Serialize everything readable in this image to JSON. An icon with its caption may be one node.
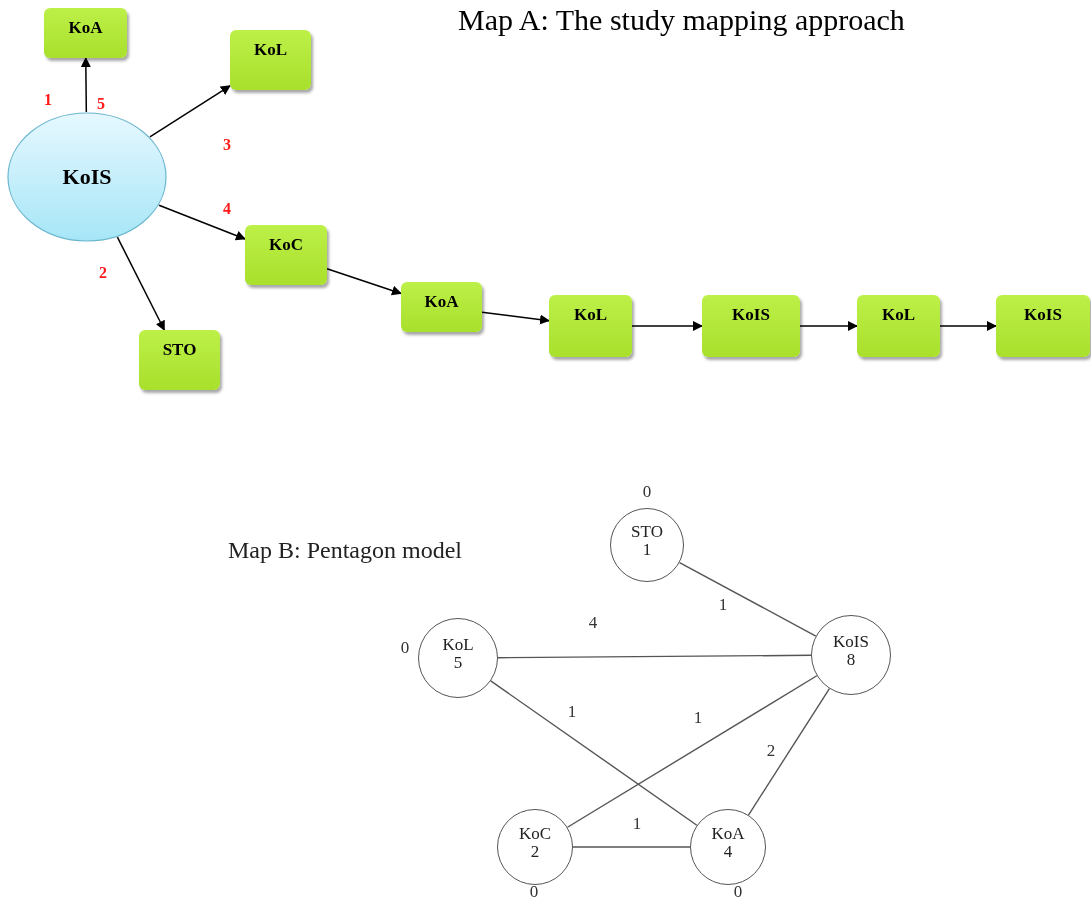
{
  "diagram": {
    "title": "Map A: The study mapping approach",
    "nodes": [
      {
        "text": [
          "KoIS"
        ]
      },
      {
        "text": [
          "KoA"
        ]
      },
      {
        "text": [
          "KoL"
        ]
      },
      {
        "text": [
          "KoC"
        ]
      },
      {
        "text": [
          "STO"
        ]
      },
      {
        "text": [
          "KoA"
        ]
      },
      {
        "text": [
          "KoL"
        ]
      },
      {
        "text": [
          "KoIS"
        ]
      },
      {
        "text": [
          "KoL"
        ]
      },
      {
        "text": [
          "KoIS"
        ]
      },
      {
        "text": [
          "STO",
          "1"
        ],
        "beside": [
          "0"
        ]
      },
      {
        "text": [
          "KoL",
          "5"
        ],
        "beside": [
          "0"
        ]
      },
      {
        "text": [
          "KoIS",
          "8"
        ]
      },
      {
        "text": [
          "KoC",
          "2"
        ],
        "beside": [
          "0"
        ]
      },
      {
        "text": [
          "KoA",
          "4"
        ],
        "beside": [
          "0"
        ]
      }
    ],
    "edges": [
      {
        "from": 0,
        "to": 1,
        "arrow": "to"
      },
      {
        "from": 0,
        "to": 2,
        "arrow": "to"
      },
      {
        "from": 0,
        "to": 3,
        "arrow": "to"
      },
      {
        "from": 0,
        "to": 4,
        "arrow": "to"
      },
      {
        "from": 3,
        "to": 5,
        "arrow": "to"
      },
      {
        "from": 5,
        "to": 6,
        "arrow": "to"
      },
      {
        "from": 6,
        "to": 7,
        "arrow": "to"
      },
      {
        "from": 7,
        "to": 8,
        "arrow": "to"
      },
      {
        "from": 8,
        "to": 9,
        "arrow": "to"
      },
      {
        "from": 10,
        "to": 12,
        "arrow": "none",
        "label": "1"
      },
      {
        "from": 11,
        "to": 12,
        "arrow": "none",
        "label": "4"
      },
      {
        "from": 11,
        "to": 14,
        "arrow": "none",
        "label": "1"
      },
      {
        "from": 13,
        "to": 12,
        "arrow": "none",
        "label": "1"
      },
      {
        "from": 14,
        "to": 12,
        "arrow": "none",
        "label": "2"
      },
      {
        "from": 13,
        "to": 14,
        "arrow": "none",
        "label": "1"
      }
    ],
    "labels": [
      "1",
      "5",
      "3",
      "4",
      "2",
      "Map B: Pentagon model"
    ]
  }
}
